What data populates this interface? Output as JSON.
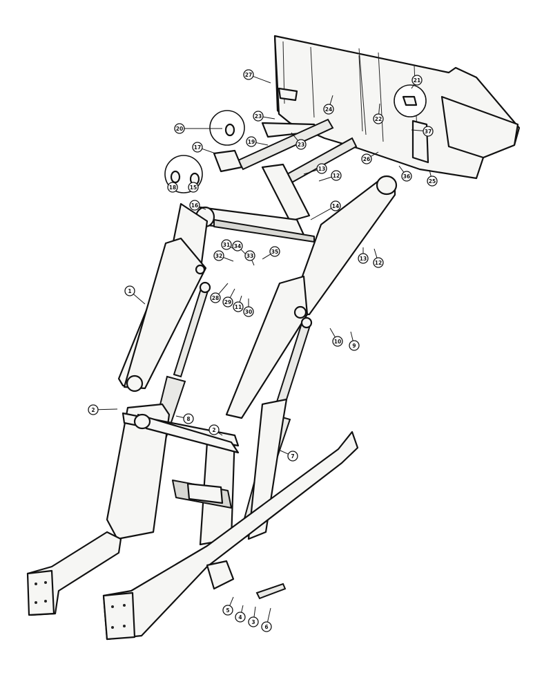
{
  "callouts": [
    {
      "id": "c27",
      "label": "27"
    },
    {
      "id": "c21",
      "label": "21"
    },
    {
      "id": "c24",
      "label": "24"
    },
    {
      "id": "c22",
      "label": "22"
    },
    {
      "id": "c37",
      "label": "37"
    },
    {
      "id": "c23a",
      "label": "23"
    },
    {
      "id": "c20",
      "label": "20"
    },
    {
      "id": "c19",
      "label": "19"
    },
    {
      "id": "c23b",
      "label": "23"
    },
    {
      "id": "c17",
      "label": "17"
    },
    {
      "id": "c13a",
      "label": "13"
    },
    {
      "id": "c12a",
      "label": "12"
    },
    {
      "id": "c26",
      "label": "26"
    },
    {
      "id": "c36",
      "label": "36"
    },
    {
      "id": "c25",
      "label": "25"
    },
    {
      "id": "c18",
      "label": "18"
    },
    {
      "id": "c15",
      "label": "15"
    },
    {
      "id": "c16",
      "label": "16"
    },
    {
      "id": "c14",
      "label": "14"
    },
    {
      "id": "c13b",
      "label": "13"
    },
    {
      "id": "c12b",
      "label": "12"
    },
    {
      "id": "c31",
      "label": "31"
    },
    {
      "id": "c34",
      "label": "34"
    },
    {
      "id": "c32",
      "label": "32"
    },
    {
      "id": "c33",
      "label": "33"
    },
    {
      "id": "c35",
      "label": "35"
    },
    {
      "id": "c1",
      "label": "1"
    },
    {
      "id": "c28",
      "label": "28"
    },
    {
      "id": "c29",
      "label": "29"
    },
    {
      "id": "c11",
      "label": "11"
    },
    {
      "id": "c30",
      "label": "30"
    },
    {
      "id": "c10",
      "label": "10"
    },
    {
      "id": "c9",
      "label": "9"
    },
    {
      "id": "c2a",
      "label": "2"
    },
    {
      "id": "c8",
      "label": "8"
    },
    {
      "id": "c2b",
      "label": "2"
    },
    {
      "id": "c7",
      "label": "7"
    },
    {
      "id": "c5",
      "label": "5"
    },
    {
      "id": "c4",
      "label": "4"
    },
    {
      "id": "c3",
      "label": "3"
    },
    {
      "id": "c6",
      "label": "6"
    }
  ]
}
